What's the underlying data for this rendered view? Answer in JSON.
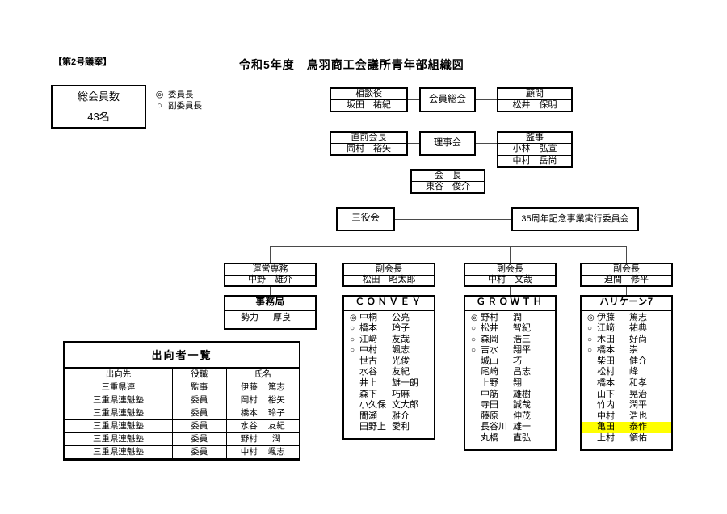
{
  "doc": {
    "tag": "【第2号議案】",
    "title": "令和5年度　鳥羽商工会議所青年部組織図"
  },
  "member_count_box": {
    "label": "総会員数",
    "value": "43名"
  },
  "legend": {
    "items": [
      {
        "marker": "◎",
        "label": "委員長"
      },
      {
        "marker": "○",
        "label": "副委員長"
      }
    ]
  },
  "org": {
    "soukai": {
      "title": "会員総会"
    },
    "sodanyaku": {
      "title": "相談役",
      "name": "坂田　祐紀"
    },
    "komon": {
      "title": "顧問",
      "name": "松井　保明"
    },
    "rijikai": {
      "title": "理事会"
    },
    "chokuzen": {
      "title": "直前会長",
      "name": "岡村　裕矢"
    },
    "kanji": {
      "title": "監事",
      "name1": "小林　弘宣",
      "name2": "中村　岳尚"
    },
    "kaicho": {
      "title": "会　長",
      "name": "東谷　俊介"
    },
    "sanyakukai": {
      "title": "三役会"
    },
    "anniversary": {
      "title": "35周年記念事業実行委員会"
    }
  },
  "columns": [
    {
      "head_title": "運営専務",
      "head_name": "中野　雄介",
      "group_name": "事務局",
      "group_is_latin": false,
      "members": [
        {
          "marker": "",
          "sei": "勢力",
          "mei": "厚良",
          "highlight": false
        }
      ]
    },
    {
      "head_title": "副会長",
      "head_name": "松田　昭太郎",
      "group_name": "ＣＯＮＶＥＹ",
      "group_is_latin": true,
      "members": [
        {
          "marker": "◎",
          "sei": "中桐",
          "mei": "公亮",
          "highlight": false
        },
        {
          "marker": "○",
          "sei": "橋本",
          "mei": "玲子",
          "highlight": false
        },
        {
          "marker": "○",
          "sei": "江﨑",
          "mei": "友哉",
          "highlight": false
        },
        {
          "marker": "○",
          "sei": "中村",
          "mei": "颯志",
          "highlight": false
        },
        {
          "marker": "",
          "sei": "世古",
          "mei": "光俊",
          "highlight": false
        },
        {
          "marker": "",
          "sei": "水谷",
          "mei": "友紀",
          "highlight": false
        },
        {
          "marker": "",
          "sei": "井上",
          "mei": "雄一朗",
          "highlight": false
        },
        {
          "marker": "",
          "sei": "森下",
          "mei": "巧麻",
          "highlight": false
        },
        {
          "marker": "",
          "sei": "小久保",
          "mei": "文大郎",
          "highlight": false
        },
        {
          "marker": "",
          "sei": "間瀬",
          "mei": "雅介",
          "highlight": false
        },
        {
          "marker": "",
          "sei": "田野上",
          "mei": "愛利",
          "highlight": false
        }
      ]
    },
    {
      "head_title": "副会長",
      "head_name": "中村　文哉",
      "group_name": "ＧＲＯＷＴＨ",
      "group_is_latin": true,
      "members": [
        {
          "marker": "◎",
          "sei": "野村",
          "mei": "潤",
          "highlight": false
        },
        {
          "marker": "○",
          "sei": "松井",
          "mei": "智紀",
          "highlight": false
        },
        {
          "marker": "○",
          "sei": "森岡",
          "mei": "浩三",
          "highlight": false
        },
        {
          "marker": "○",
          "sei": "吉水",
          "mei": "翔平",
          "highlight": false
        },
        {
          "marker": "",
          "sei": "城山",
          "mei": "巧",
          "highlight": false
        },
        {
          "marker": "",
          "sei": "尾崎",
          "mei": "昌志",
          "highlight": false
        },
        {
          "marker": "",
          "sei": "上野",
          "mei": "翔",
          "highlight": false
        },
        {
          "marker": "",
          "sei": "中筋",
          "mei": "雄樹",
          "highlight": false
        },
        {
          "marker": "",
          "sei": "寺田",
          "mei": "誠哉",
          "highlight": false
        },
        {
          "marker": "",
          "sei": "藤原",
          "mei": "伸茂",
          "highlight": false
        },
        {
          "marker": "",
          "sei": "長谷川",
          "mei": "雄一",
          "highlight": false
        },
        {
          "marker": "",
          "sei": "丸橋",
          "mei": "直弘",
          "highlight": false
        }
      ]
    },
    {
      "head_title": "副会長",
      "head_name": "迫間　修平",
      "group_name": "ハリケーン7",
      "group_is_latin": false,
      "members": [
        {
          "marker": "◎",
          "sei": "伊藤",
          "mei": "篤志",
          "highlight": false
        },
        {
          "marker": "○",
          "sei": "江﨑",
          "mei": "祐典",
          "highlight": false
        },
        {
          "marker": "○",
          "sei": "木田",
          "mei": "好尚",
          "highlight": false
        },
        {
          "marker": "○",
          "sei": "橋本",
          "mei": "崇",
          "highlight": false
        },
        {
          "marker": "",
          "sei": "柴田",
          "mei": "健介",
          "highlight": false
        },
        {
          "marker": "",
          "sei": "松村",
          "mei": "峰",
          "highlight": false
        },
        {
          "marker": "",
          "sei": "橋本",
          "mei": "和孝",
          "highlight": false
        },
        {
          "marker": "",
          "sei": "山下",
          "mei": "晃治",
          "highlight": false
        },
        {
          "marker": "",
          "sei": "竹内",
          "mei": "潤平",
          "highlight": false
        },
        {
          "marker": "",
          "sei": "中村",
          "mei": "浩也",
          "highlight": false
        },
        {
          "marker": "",
          "sei": "亀田",
          "mei": "泰作",
          "highlight": true
        },
        {
          "marker": "",
          "sei": "上村",
          "mei": "領佑",
          "highlight": false
        }
      ]
    }
  ],
  "dispatch_table": {
    "title": "出向者一覧",
    "headers": [
      "出向先",
      "役職",
      "氏名"
    ],
    "rows": [
      {
        "dest": "三重県連",
        "post": "監事",
        "sei": "伊藤",
        "mei": "篤志"
      },
      {
        "dest": "三重県連魁塾",
        "post": "委員",
        "sei": "岡村",
        "mei": "裕矢"
      },
      {
        "dest": "三重県連魁塾",
        "post": "委員",
        "sei": "橋本",
        "mei": "玲子"
      },
      {
        "dest": "三重県連魁塾",
        "post": "委員",
        "sei": "水谷",
        "mei": "友紀"
      },
      {
        "dest": "三重県連魁塾",
        "post": "委員",
        "sei": "野村",
        "mei": "潤"
      },
      {
        "dest": "三重県連魁塾",
        "post": "委員",
        "sei": "中村",
        "mei": "颯志"
      }
    ]
  },
  "colors": {
    "highlight": "#ffff00",
    "line": "#4a4a4a",
    "border": "#000000"
  }
}
